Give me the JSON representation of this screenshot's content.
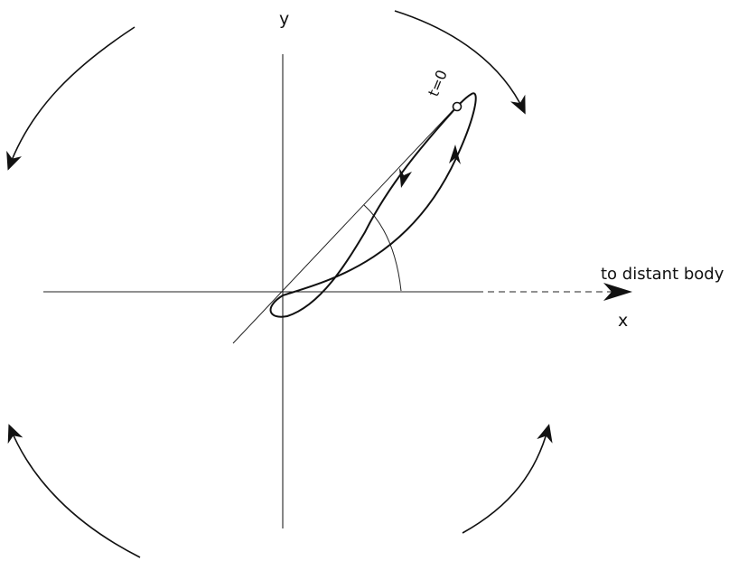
{
  "labels": {
    "y_axis": "y",
    "x_axis": "x",
    "distant_body": "to distant body",
    "start_time": "t=0"
  },
  "colors": {
    "ink": "#111111",
    "background": "#ffffff"
  }
}
